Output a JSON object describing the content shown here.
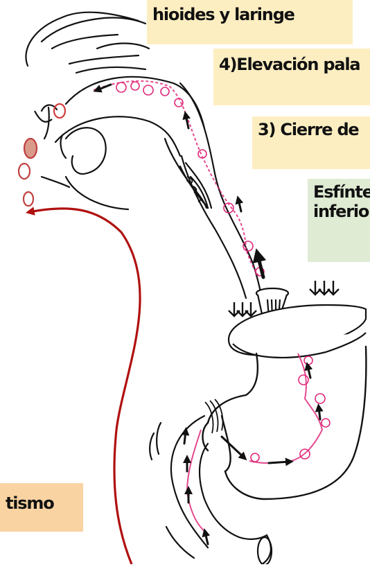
{
  "labels": {
    "hioides": "hioides y laringe",
    "palatal": "4)Elevación pala",
    "cierre": "3) Cierre de",
    "esfinter_line1": "Esfínte",
    "esfinter_line2": "inferio",
    "peristaltismo": "tismo"
  },
  "colors": {
    "yellow_label": "#fdeec2",
    "green_label": "#e0ebd4",
    "orange_label": "#f9d3a2",
    "outline": "#111111",
    "flow": "#e0287a",
    "return_arrow": "#b01010"
  },
  "icons": {
    "flow_arrows": "black-arrow-icon",
    "pressure_arrows": "down-arrow-icon",
    "return_arrow": "red-arrow-icon"
  }
}
